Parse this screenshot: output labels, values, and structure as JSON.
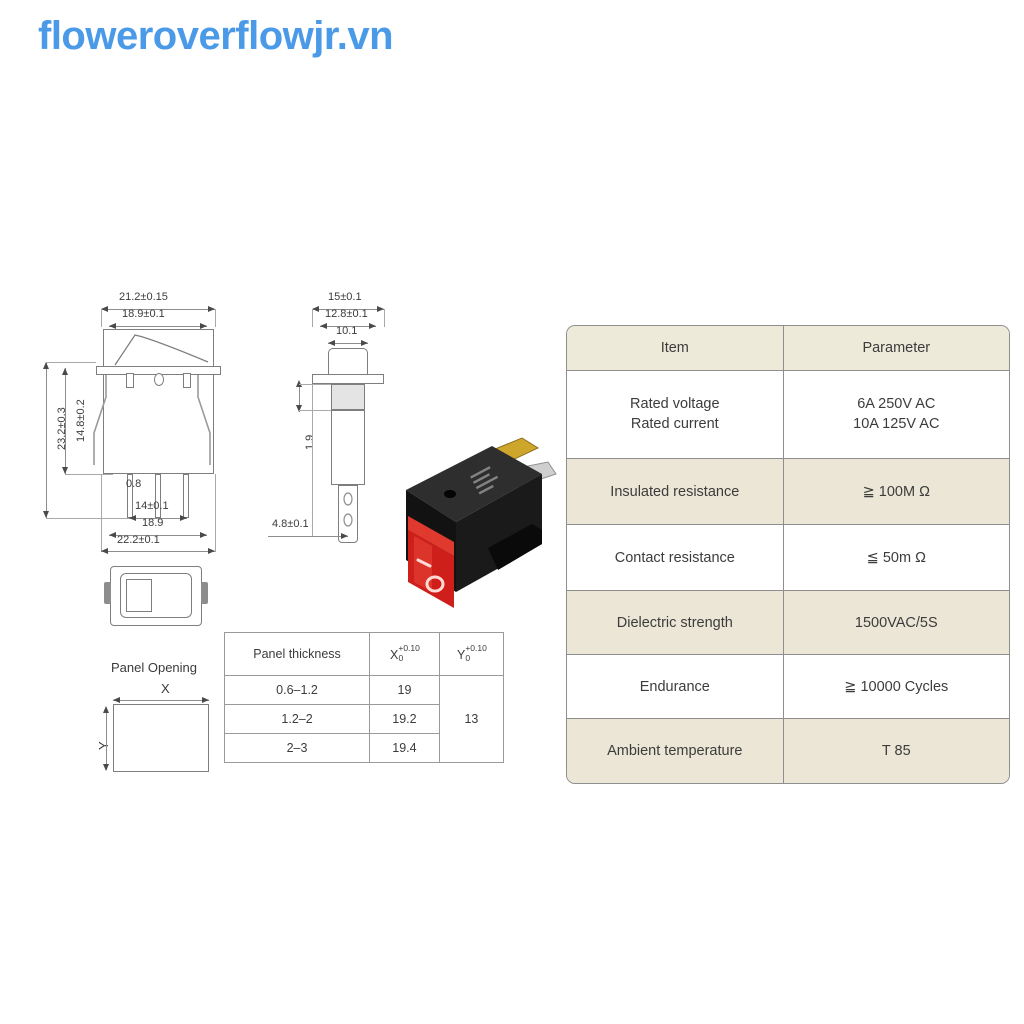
{
  "watermark": {
    "text": "floweroverflowjr.vn",
    "color": "#4a9ae8"
  },
  "colors": {
    "table_header_bg": "#eeead9",
    "table_row_beige": "#ebe6d6",
    "table_row_white": "#ffffff",
    "table_border": "#8e8e8e",
    "drawing_line": "#7e7e7e",
    "switch_body": "#1c1c1c",
    "switch_rocker": "#c8102e",
    "terminal_brass": "#c9a227",
    "page_bg": "#ffffff"
  },
  "front_view": {
    "name": "Front view dimension drawing",
    "top_dims": [
      "21.2±0.15",
      "18.9±0.1"
    ],
    "left_dims": [
      "23.2±0.3",
      "14.8±0.2"
    ],
    "bottom_dims": [
      "0.8",
      "14±0.1",
      "18.9",
      "22.2±0.1"
    ]
  },
  "side_view": {
    "name": "Side view dimension drawing",
    "top_dims": [
      "15±0.1",
      "12.8±0.1",
      "10.1"
    ],
    "left_dims": [
      "1.9"
    ],
    "bottom_dims": [
      "4.8±0.1"
    ]
  },
  "panel_opening": {
    "title": "Panel Opening",
    "x_label": "X",
    "y_label": "Y"
  },
  "panel_table": {
    "headers": {
      "thickness": "Panel thickness",
      "x_symbol": "X",
      "x_tol_upper": "+0.10",
      "x_tol_lower": "0",
      "y_symbol": "Y",
      "y_tol_upper": "+0.10",
      "y_tol_lower": "0"
    },
    "rows": [
      {
        "thickness": "0.6–1.2",
        "x": "19"
      },
      {
        "thickness": "1.2–2",
        "x": "19.2"
      },
      {
        "thickness": "2–3",
        "x": "19.4"
      }
    ],
    "y_value": "13"
  },
  "spec_table": {
    "headers": {
      "item": "Item",
      "parameter": "Parameter"
    },
    "rows": [
      {
        "item_lines": [
          "Rated voltage",
          "Rated current"
        ],
        "param_lines": [
          "6A   250V AC",
          "10A 125V AC"
        ],
        "shade": "white"
      },
      {
        "item_lines": [
          "Insulated resistance"
        ],
        "param_lines": [
          "≧ 100M Ω"
        ],
        "shade": "beige"
      },
      {
        "item_lines": [
          "Contact resistance"
        ],
        "param_lines": [
          "≦ 50m Ω"
        ],
        "shade": "white"
      },
      {
        "item_lines": [
          "Dielectric strength"
        ],
        "param_lines": [
          "1500VAC/5S"
        ],
        "shade": "beige"
      },
      {
        "item_lines": [
          "Endurance"
        ],
        "param_lines": [
          "≧ 10000 Cycles"
        ],
        "shade": "white"
      },
      {
        "item_lines": [
          "Ambient temperature"
        ],
        "param_lines": [
          "T 85"
        ],
        "shade": "beige"
      }
    ]
  },
  "product_photo": {
    "name": "rocker switch product photo",
    "rocker_on_mark": "I",
    "rocker_off_mark": "O"
  }
}
